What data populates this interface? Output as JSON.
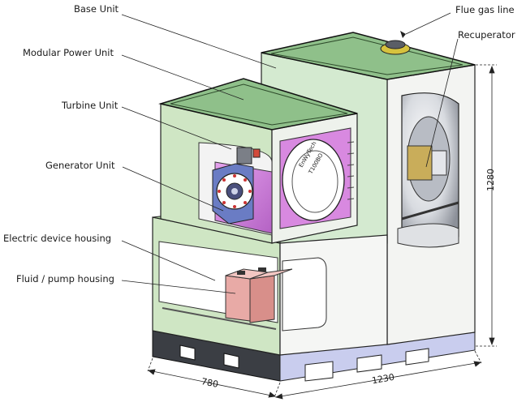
{
  "labels": {
    "base_unit": "Base Unit",
    "flue_gas_line": "Flue gas line",
    "recuperator": "Recuperator",
    "modular_power_unit": "Modular Power Unit",
    "turbine_unit": "Turbine Unit",
    "generator_unit": "Generator Unit",
    "electric_device_housing": "Electric device housing",
    "fluid_pump_housing": "Fluid / pump housing"
  },
  "dimensions": {
    "height": "1280",
    "depth": "780",
    "width": "1230"
  },
  "generator_badge": {
    "line1": "EnWyTech",
    "line2": "T100BO"
  },
  "colors": {
    "frame_green": "#cfe6c4",
    "top_green": "#8fc08a",
    "generator_magenta": "#d889e0",
    "turbine_blue": "#6a7cc4",
    "pallet_dark": "#3b3e44",
    "pallet_lavender": "#c9cdee",
    "pump_pink": "#e8aaa6"
  }
}
